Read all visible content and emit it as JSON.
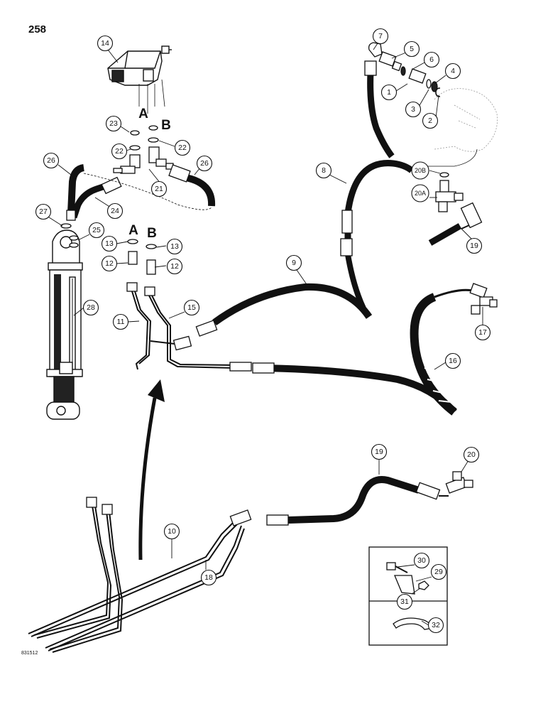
{
  "page_number": "258",
  "drawing_code": "831512",
  "port_labels": {
    "a_upper": "A",
    "b_upper": "B",
    "a_lower": "A",
    "b_lower": "B"
  },
  "callouts": {
    "c14": "14",
    "c7": "7",
    "c5": "5",
    "c6": "6",
    "c4": "4",
    "c1": "1",
    "c3": "3",
    "c2": "2",
    "c23": "23",
    "c22a": "22",
    "c22b": "22",
    "c26a": "26",
    "c26b": "26",
    "c21": "21",
    "c8": "8",
    "c20b": "20B",
    "c20a": "20A",
    "c19a": "19",
    "c27": "27",
    "c24": "24",
    "c25": "25",
    "c13a": "13",
    "c13b": "13",
    "c12a": "12",
    "c12b": "12",
    "c9": "9",
    "c28": "28",
    "c11": "11",
    "c15": "15",
    "c17": "17",
    "c16": "16",
    "c19b": "19",
    "c20": "20",
    "c10": "10",
    "c18": "18",
    "c30": "30",
    "c29": "29",
    "c31": "31",
    "c32": "32"
  }
}
